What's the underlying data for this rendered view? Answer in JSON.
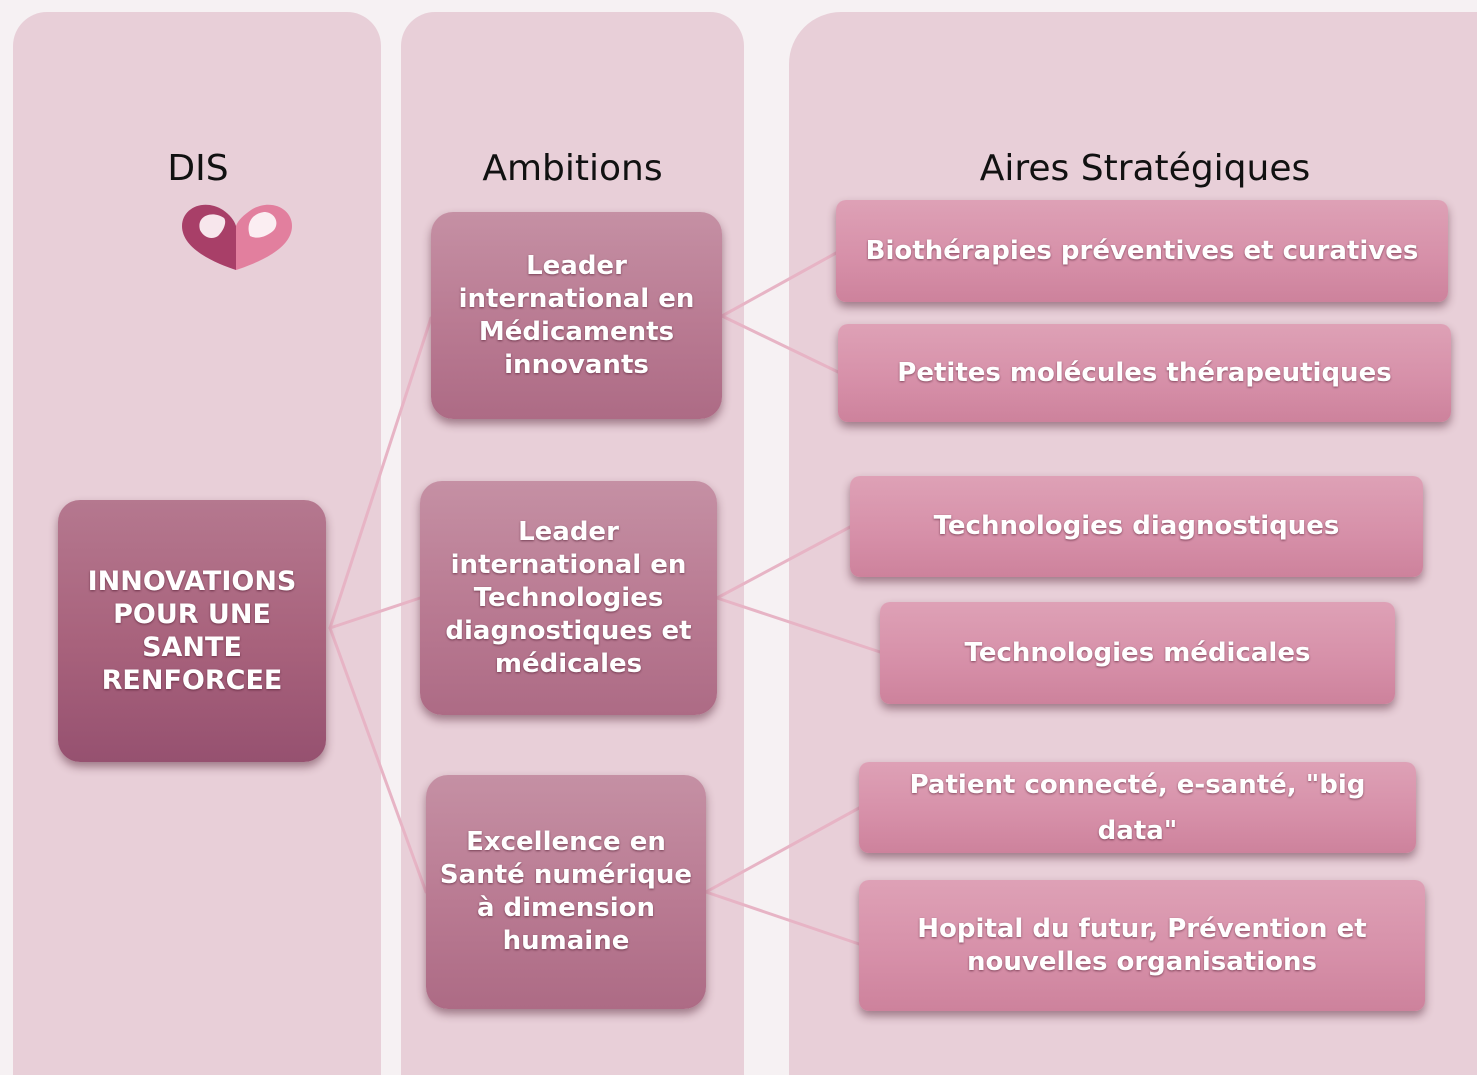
{
  "columns": {
    "dis": {
      "title": "DIS"
    },
    "ambitions": {
      "title": "Ambitions"
    },
    "aires": {
      "title": "Aires Stratégiques"
    }
  },
  "logo": {
    "icon": "heart-logo-icon",
    "colors": [
      "#a83f68",
      "#e27f9e"
    ]
  },
  "root": {
    "label": "INNOVATIONS POUR UNE SANTE RENFORCEE"
  },
  "ambitions": [
    {
      "label": "Leader international en Médicaments innovants"
    },
    {
      "label": "Leader international en Technologies diagnostiques et médicales"
    },
    {
      "label": "Excellence en Santé numérique à dimension humaine"
    }
  ],
  "areas": [
    {
      "label": "Biothérapies préventives et curatives",
      "ambition": 1
    },
    {
      "label": "Petites molécules thérapeutiques",
      "ambition": 1
    },
    {
      "label": "Technologies diagnostiques",
      "ambition": 2
    },
    {
      "label": "Technologies médicales",
      "ambition": 2
    },
    {
      "label": "Patient connecté, e-santé, \"big data\"",
      "ambition": 3
    },
    {
      "label": "Hopital du futur, Prévention et nouvelles organisations",
      "ambition": 3
    }
  ],
  "colors": {
    "panel": "#e8cfd8",
    "connector": "#e7b4c5",
    "root_box": "#a8627c",
    "ambition_box": "#b97a92",
    "area_box": "#d68fa8"
  }
}
